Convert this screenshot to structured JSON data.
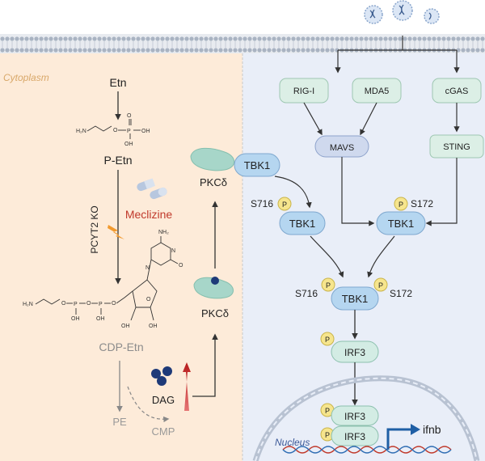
{
  "compartments": {
    "cytoplasm": "Cytoplasm",
    "nucleus": "Nucleus"
  },
  "metabolites": {
    "etn": "Etn",
    "p_etn": "P-Etn",
    "cdp_etn": "CDP-Etn",
    "pe": "PE",
    "cmp": "CMP",
    "dag": "DAG"
  },
  "molecule_labels": {
    "p_etn_nh2": "H₂N",
    "p_etn_o": "O",
    "p_etn_p": "P",
    "p_etn_oh1": "OH",
    "p_etn_oh2": "OH",
    "p_etn_o_top": "O",
    "cdp_nh2": "NH₂",
    "cdp_n1": "N",
    "cdp_n2": "N",
    "cdp_o_ring": "O",
    "cdp_o_sugar": "O",
    "cdp_oh1": "OH",
    "cdp_oh2": "OH",
    "cdp_chain_nh2": "H₂N",
    "cdp_p1": "P",
    "cdp_p2": "P",
    "cdp_o1": "O",
    "cdp_o2": "O",
    "cdp_o3": "O",
    "cdp_po_oh1": "OH",
    "cdp_po_oh2": "OH"
  },
  "treatments": {
    "knockout": "PCYT2 KO",
    "drug": "Meclizine"
  },
  "proteins": {
    "pkc_top": "PKCδ",
    "pkc_bottom": "PKCδ",
    "tbk1_complex": "TBK1",
    "tbk1_left": "TBK1",
    "tbk1_right": "TBK1",
    "tbk1_center": "TBK1",
    "rig_i": "RIG-I",
    "mda5": "MDA5",
    "cgas": "cGAS",
    "mavs": "MAVS",
    "sting": "STING",
    "irf3_cyto": "IRF3",
    "irf3_nuc_top": "IRF3",
    "irf3_nuc_bottom": "IRF3"
  },
  "phospho": {
    "p": "P",
    "s716_left": "S716",
    "s172_right": "S172",
    "s716_center": "S716",
    "s172_center": "S172"
  },
  "gene": "ifnb",
  "colors": {
    "cyto_bg": "#fdebd9",
    "signal_bg": "#e9eef8",
    "protein_blue": "#b5d6f0",
    "receptor_green": "#dcefe6",
    "phospho_yellow": "#f6e58d",
    "meclizine_red": "#c0392b",
    "gene_blue": "#1f5fa5"
  }
}
